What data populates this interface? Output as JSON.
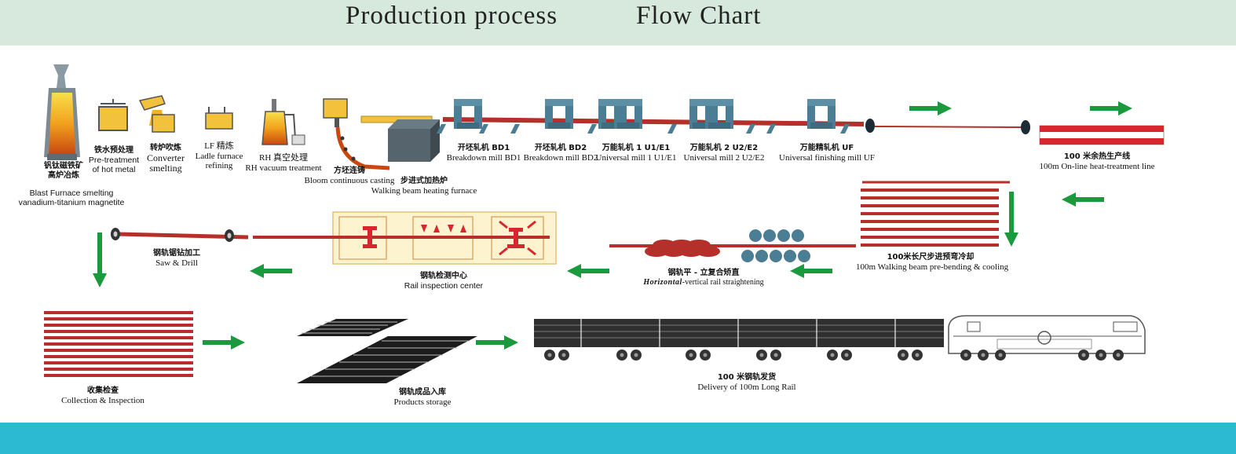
{
  "header": {
    "title_part1": "Production process",
    "title_part2": "Flow Chart"
  },
  "colors": {
    "header_bg": "#d6e9dc",
    "footer_bg": "#2cbad3",
    "rail": "#b5302a",
    "arrow": "#1a9a3c",
    "mill": "#4b7e94"
  },
  "icons": [
    "blast-furnace-icon",
    "ladle-icon",
    "converter-icon",
    "lf-furnace-icon",
    "rh-vacuum-icon",
    "continuous-caster-icon",
    "heating-furnace-icon",
    "rolling-mill-icon",
    "coil-reel-icon",
    "heat-treatment-icon",
    "cooling-bed-icon",
    "straightener-icon",
    "inspection-icon",
    "saw-icon",
    "rail-stack-icon",
    "storage-icon",
    "railcar-icon",
    "locomotive-icon",
    "flow-arrow-icon"
  ],
  "steps": {
    "blast_furnace": {
      "cn_line1": "钒钛磁铁矿",
      "cn_line2": "高炉冶炼",
      "en_line1": "Blast Furnace smelting",
      "en_line2": "vanadium-titanium magnetite"
    },
    "pretreatment": {
      "cn": "铁水预处理",
      "en_line1": "Pre-treatment",
      "en_line2": "of hot metal"
    },
    "converter": {
      "cn": "转炉吹炼",
      "en_line1": "Converter",
      "en_line2": "smelting"
    },
    "lf": {
      "cn": "LF 精炼",
      "en_line1": "Ladle furnace",
      "en_line2": "refining"
    },
    "rh": {
      "cn": "RH 真空处理",
      "en": "RH vacuum treatment"
    },
    "casting": {
      "cn": "方坯连铸",
      "en": "Bloom continuous casting"
    },
    "heating": {
      "cn": "步进式加热炉",
      "en": "Walking beam heating furnace"
    },
    "bd1": {
      "cn": "开坯轧机 BD1",
      "en": "Breakdown mill BD1"
    },
    "bd2": {
      "cn": "开坯轧机 BD2",
      "en": "Breakdown mill BD2"
    },
    "u1": {
      "cn": "万能轧机 1 U1/E1",
      "en": "Universal mill 1 U1/E1"
    },
    "u2": {
      "cn": "万能轧机 2 U2/E2",
      "en": "Universal mill 2 U2/E2"
    },
    "uf": {
      "cn": "万能精轧机 UF",
      "en": "Universal finishing mill UF"
    },
    "heat_treat": {
      "cn": "100 米余热生产线",
      "en": "100m On-line heat-treatment line"
    },
    "cooling": {
      "cn": "100米长尺步进预弯冷却",
      "en": "100m Walking beam pre-bending & cooling"
    },
    "straightening": {
      "cn": "钢轨平 - 立复合矫直",
      "en_a": "Horizontal",
      "en_b": "-vertical rail straightening"
    },
    "inspection": {
      "cn": "钢轨检测中心",
      "en": "Rail inspection center"
    },
    "saw": {
      "cn": "钢轨锯钻加工",
      "en": "Saw & Drill"
    },
    "collection": {
      "cn": "收集检查",
      "en": "Collection & Inspection"
    },
    "storage": {
      "cn": "钢轨成品入库",
      "en": "Products storage"
    },
    "delivery": {
      "cn": "100 米钢轨发货",
      "en": "Delivery of 100m Long Rail"
    }
  }
}
